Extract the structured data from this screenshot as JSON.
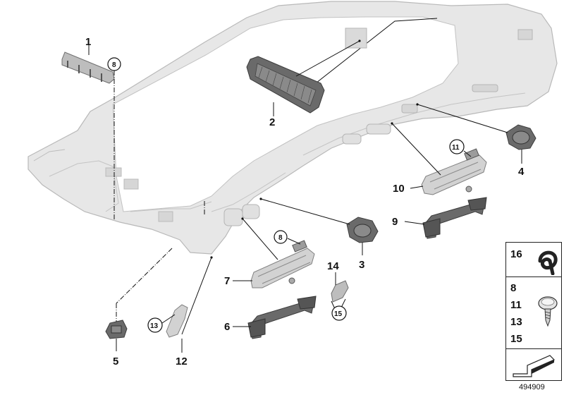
{
  "callouts": {
    "c1": "1",
    "c2": "2",
    "c3": "3",
    "c4": "4",
    "c5": "5",
    "c6": "6",
    "c7": "7",
    "c8a": "8",
    "c8b": "8",
    "c9": "9",
    "c10": "10",
    "c11": "11",
    "c12": "12",
    "c13": "13",
    "c14": "14",
    "c15": "15"
  },
  "legend": {
    "row1": "16",
    "row2": [
      "8",
      "11",
      "13",
      "15"
    ]
  },
  "diagram_id": "494909",
  "icons": {
    "sealing-tape": "sealing-tape-roll-icon",
    "screw": "pan-head-screw-icon",
    "kit": "repair-kit-arrow-icon"
  }
}
